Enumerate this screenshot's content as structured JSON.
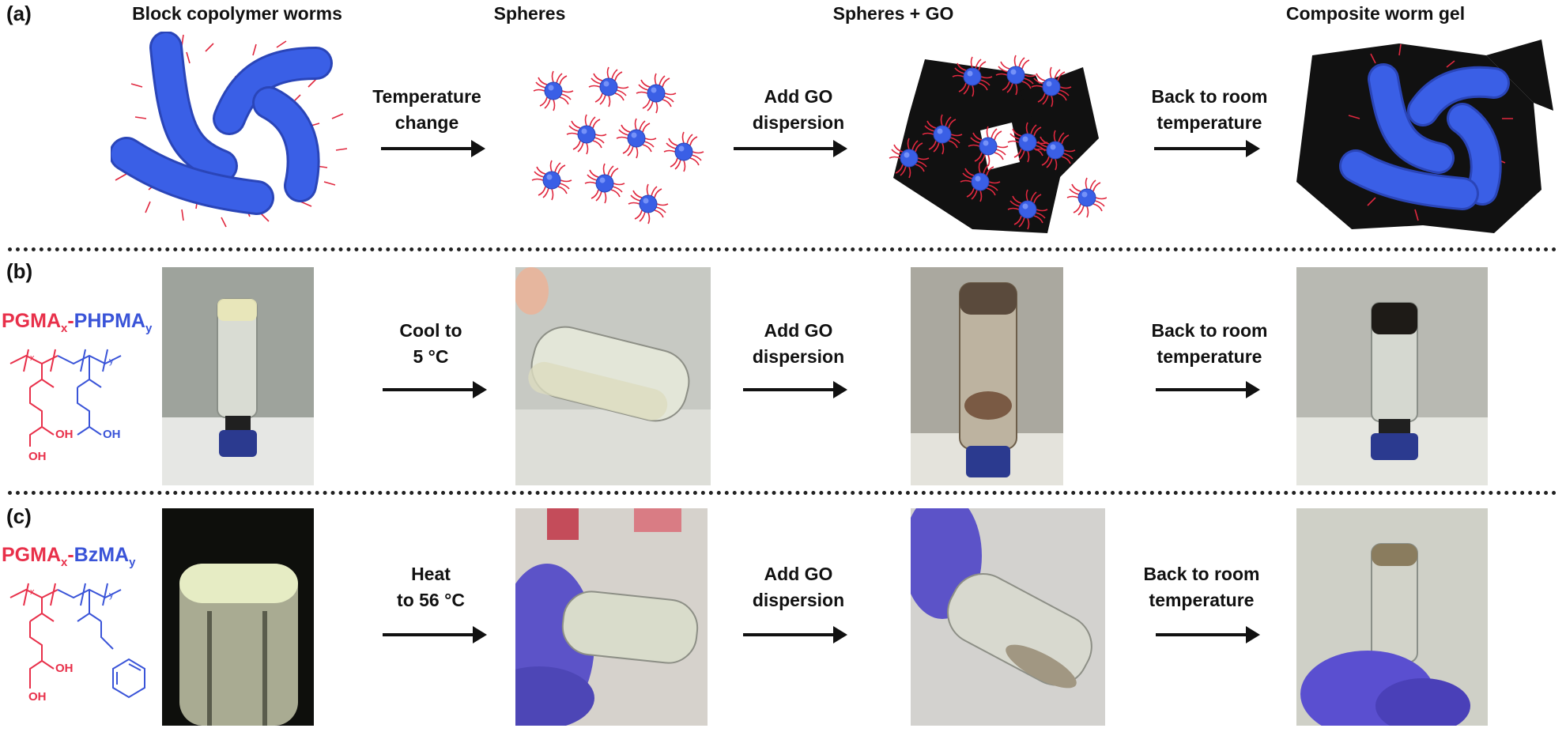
{
  "colors": {
    "polymer_blue": "#3a5fe6",
    "corona_red": "#e0283f",
    "graphene_oxide": "#111111",
    "pgma_red": "#e8304a",
    "core_block_blue": "#3a54d8"
  },
  "panel_a": {
    "label": "(a)",
    "stages": [
      "Block copolymer worms",
      "Spheres",
      "Spheres + GO",
      "Composite worm gel"
    ],
    "steps": [
      {
        "line1": "Temperature",
        "line2": "change"
      },
      {
        "line1": "Add GO",
        "line2": "dispersion"
      },
      {
        "line1": "Back to room",
        "line2": "temperature"
      }
    ]
  },
  "panel_b": {
    "label": "(b)",
    "polymer": {
      "part1": "PGMA",
      "sub1": "x",
      "dash": "-",
      "part2": "PHPMA",
      "sub2": "y"
    },
    "structure": {
      "sub_x": "x",
      "sub_y": "y",
      "oh1": "OH",
      "oh2": "OH",
      "oh3": "OH"
    },
    "steps": [
      {
        "line1": "Cool to",
        "line2": "5 °C"
      },
      {
        "line1": "Add GO",
        "line2": "dispersion"
      },
      {
        "line1": "Back to room",
        "line2": "temperature"
      }
    ]
  },
  "panel_c": {
    "label": "(c)",
    "polymer": {
      "part1": "PGMA",
      "sub1": "x",
      "dash": "-",
      "part2": "BzMA",
      "sub2": "y"
    },
    "structure": {
      "sub_x": "x",
      "sub_y": "y",
      "oh1": "OH",
      "oh2": "OH"
    },
    "steps": [
      {
        "line1": "Heat",
        "line2": "to 56 °C"
      },
      {
        "line1": "Add GO",
        "line2": "dispersion"
      },
      {
        "line1": "Back to room",
        "line2": "temperature"
      }
    ]
  }
}
